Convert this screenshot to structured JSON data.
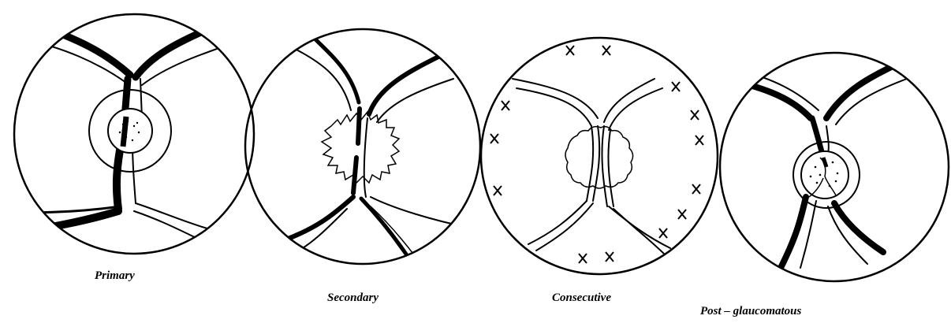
{
  "panels": [
    {
      "id": "primary",
      "label": "Primary"
    },
    {
      "id": "secondary",
      "label": "Secondary"
    },
    {
      "id": "consecutive",
      "label": "Consecutive"
    },
    {
      "id": "post-glaucomatous",
      "label": "Post – glaucomatous"
    }
  ]
}
